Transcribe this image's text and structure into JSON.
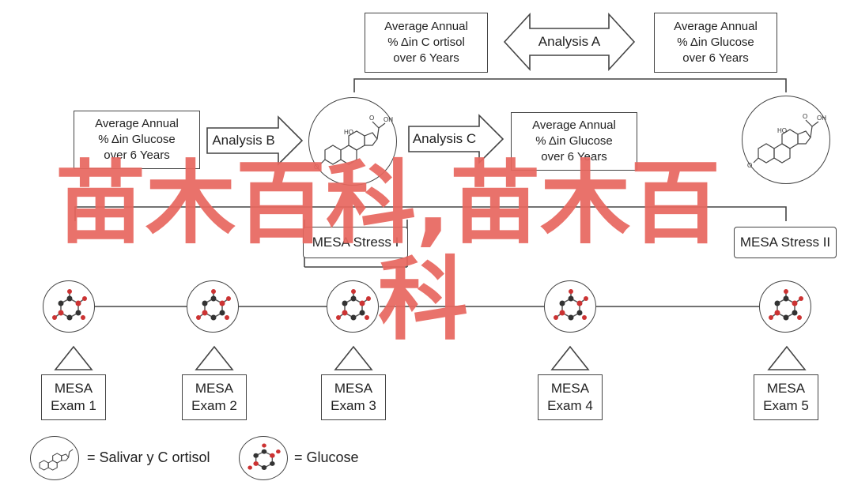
{
  "top_boxes": {
    "cortisol_change": [
      "Average Annual",
      "% Δin C ortisol",
      "over 6 Years"
    ],
    "glucose_change_top": [
      "Average Annual",
      "% Δin Glucose",
      "over 6 Years"
    ]
  },
  "analyses": {
    "a": "Analysis A",
    "b": "Analysis B",
    "c": "Analysis C"
  },
  "mid_boxes": {
    "glucose_b": [
      "Average Annual",
      "% Δin Glucose",
      "over 6 Years"
    ],
    "glucose_c": [
      "Average Annual",
      "% Δin Glucose",
      "over 6 Years"
    ]
  },
  "stress": {
    "stress_1": "MESA Stress I",
    "stress_2": "MESA Stress II"
  },
  "exams": [
    [
      "MESA",
      "Exam 1"
    ],
    [
      "MESA",
      "Exam 2"
    ],
    [
      "MESA",
      "Exam 3"
    ],
    [
      "MESA",
      "Exam 4"
    ],
    [
      "MESA",
      "Exam 5"
    ]
  ],
  "legend": {
    "cortisol": "= Salivar y C ortisol",
    "glucose": "= Glucose"
  },
  "watermark": {
    "line1": "苗木百科,苗木百",
    "line2": "科"
  },
  "colors": {
    "line": "#444444",
    "watermark": "#e8675f",
    "glucose_red": "#cc3333",
    "glucose_dark": "#333333"
  },
  "icons": [
    "cortisol-molecule-icon",
    "glucose-molecule-icon",
    "triangle-icon",
    "double-arrow-icon",
    "right-arrow-icon"
  ]
}
